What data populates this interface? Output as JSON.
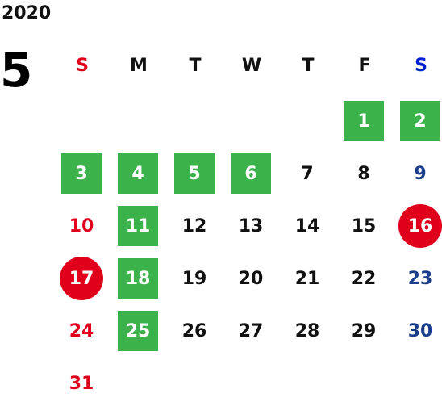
{
  "calendar": {
    "year": "2020",
    "month": "5",
    "weekdays": [
      "S",
      "M",
      "T",
      "W",
      "T",
      "F",
      "S"
    ],
    "weeks": [
      [
        null,
        null,
        null,
        null,
        null,
        {
          "day": "1",
          "mark": "green"
        },
        {
          "day": "2",
          "mark": "green"
        }
      ],
      [
        {
          "day": "3",
          "mark": "green"
        },
        {
          "day": "4",
          "mark": "green"
        },
        {
          "day": "5",
          "mark": "green"
        },
        {
          "day": "6",
          "mark": "green"
        },
        {
          "day": "7",
          "mark": ""
        },
        {
          "day": "8",
          "mark": ""
        },
        {
          "day": "9",
          "mark": ""
        }
      ],
      [
        {
          "day": "10",
          "mark": ""
        },
        {
          "day": "11",
          "mark": "green"
        },
        {
          "day": "12",
          "mark": ""
        },
        {
          "day": "13",
          "mark": ""
        },
        {
          "day": "14",
          "mark": ""
        },
        {
          "day": "15",
          "mark": ""
        },
        {
          "day": "16",
          "mark": "red"
        }
      ],
      [
        {
          "day": "17",
          "mark": "red"
        },
        {
          "day": "18",
          "mark": "green"
        },
        {
          "day": "19",
          "mark": ""
        },
        {
          "day": "20",
          "mark": ""
        },
        {
          "day": "21",
          "mark": ""
        },
        {
          "day": "22",
          "mark": ""
        },
        {
          "day": "23",
          "mark": ""
        }
      ],
      [
        {
          "day": "24",
          "mark": ""
        },
        {
          "day": "25",
          "mark": "green"
        },
        {
          "day": "26",
          "mark": ""
        },
        {
          "day": "27",
          "mark": ""
        },
        {
          "day": "28",
          "mark": ""
        },
        {
          "day": "29",
          "mark": ""
        },
        {
          "day": "30",
          "mark": ""
        }
      ],
      [
        {
          "day": "31",
          "mark": ""
        },
        null,
        null,
        null,
        null,
        null,
        null
      ]
    ]
  },
  "colors": {
    "green_mark": "#3cb24a",
    "red_mark": "#e0001b",
    "sunday_text": "#e0001b",
    "saturday_text": "#1a3e8c",
    "saturday_header": "#0022cc"
  }
}
